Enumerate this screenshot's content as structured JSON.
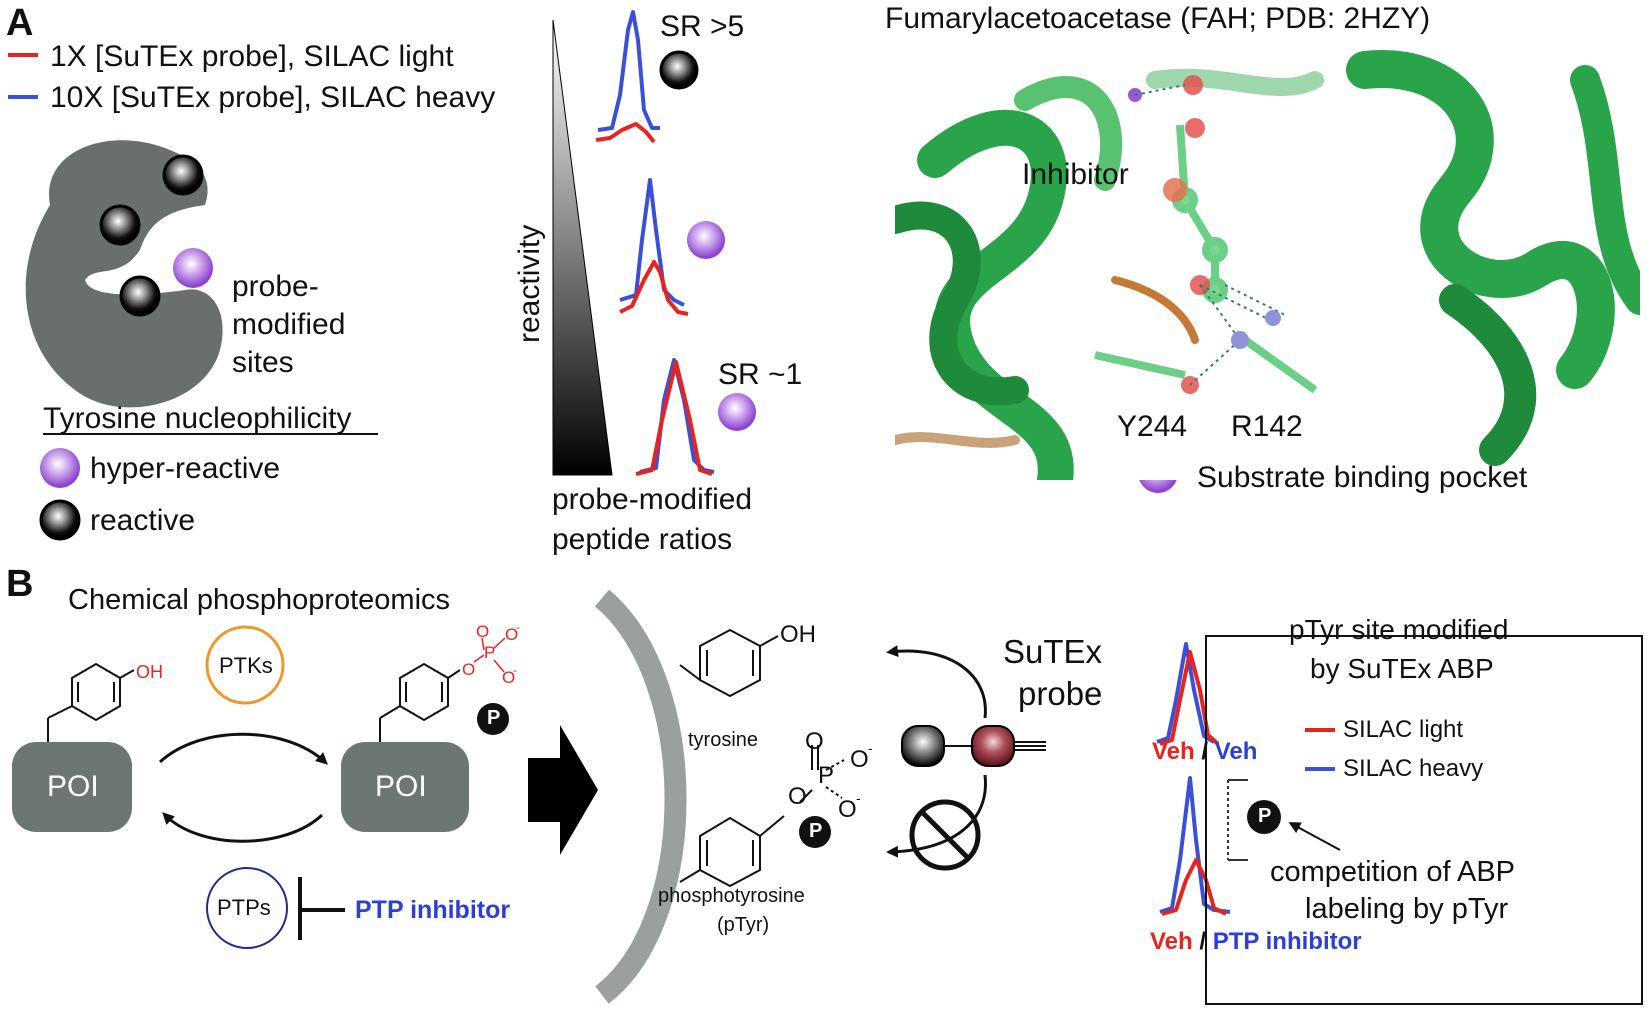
{
  "panel_a": {
    "letter": "A",
    "legend": {
      "light_label": "1X [SuTEx probe], SILAC light",
      "heavy_label": "10X [SuTEx probe], SILAC heavy",
      "light_color": "#e8231e",
      "heavy_color": "#3a50d9"
    },
    "protein_label": "probe-\nmodified\nsites",
    "protein_label_lines": [
      "probe-",
      "modified",
      "sites"
    ],
    "nucleophilicity_title": "Tyrosine nucleophilicity",
    "hyper_reactive_label": "hyper-reactive",
    "reactive_label": "reactive",
    "reactivity_axis": "reactivity",
    "sr_high": "SR >5",
    "sr_low": "SR ~1",
    "ratio_caption_1": "probe-modified",
    "ratio_caption_2": "peptide ratios",
    "structure_title": "Fumarylacetoacetase (FAH; PDB: 2HZY)",
    "inhibitor_label": "Inhibitor",
    "y244_label": "Y244",
    "r142_label": "R142",
    "pocket_label": "Substrate binding pocket",
    "colors": {
      "protein": "#6b6f6c",
      "hyper": "#9a57d6",
      "reactive": "#1a1a1a",
      "ribbon": "#2aa44a"
    }
  },
  "panel_b": {
    "letter": "B",
    "title": "Chemical phosphoproteomics",
    "poi_label": "POI",
    "poi_label_2": "POI",
    "oh_label": "OH",
    "ptks_label": "PTKs",
    "ptps_label": "PTPs",
    "ptp_inhibitor": "PTP inhibitor",
    "p_badge": "P",
    "tyrosine_oh": "OH",
    "tyrosine_label": "tyrosine",
    "phosphotyrosine_label": "phosphotyrosine",
    "ptyr_label": "(pTyr)",
    "phosphate_p": "P",
    "phosphate_o": "O",
    "phosphate_o_minus": "O",
    "sutex_probe_1": "SuTEx",
    "sutex_probe_2": "probe",
    "box": {
      "title_1": "pTyr site modified",
      "title_2": "by SuTEx ABP",
      "legend_light": "SILAC light",
      "legend_heavy": "SILAC heavy",
      "veh": "Veh",
      "slash": "/",
      "veh_heavy": "Veh",
      "ptp_inhibitor": "PTP inhibitor",
      "competition_1": "competition of ABP",
      "competition_2": "labeling by pTyr"
    },
    "colors": {
      "ptks_ring": "#f0962d",
      "ptps_ring": "#1e2b8f",
      "inhibitor_text": "#2b3fd6",
      "phospho_red": "#e8231e",
      "poi": "#6b7770"
    }
  }
}
